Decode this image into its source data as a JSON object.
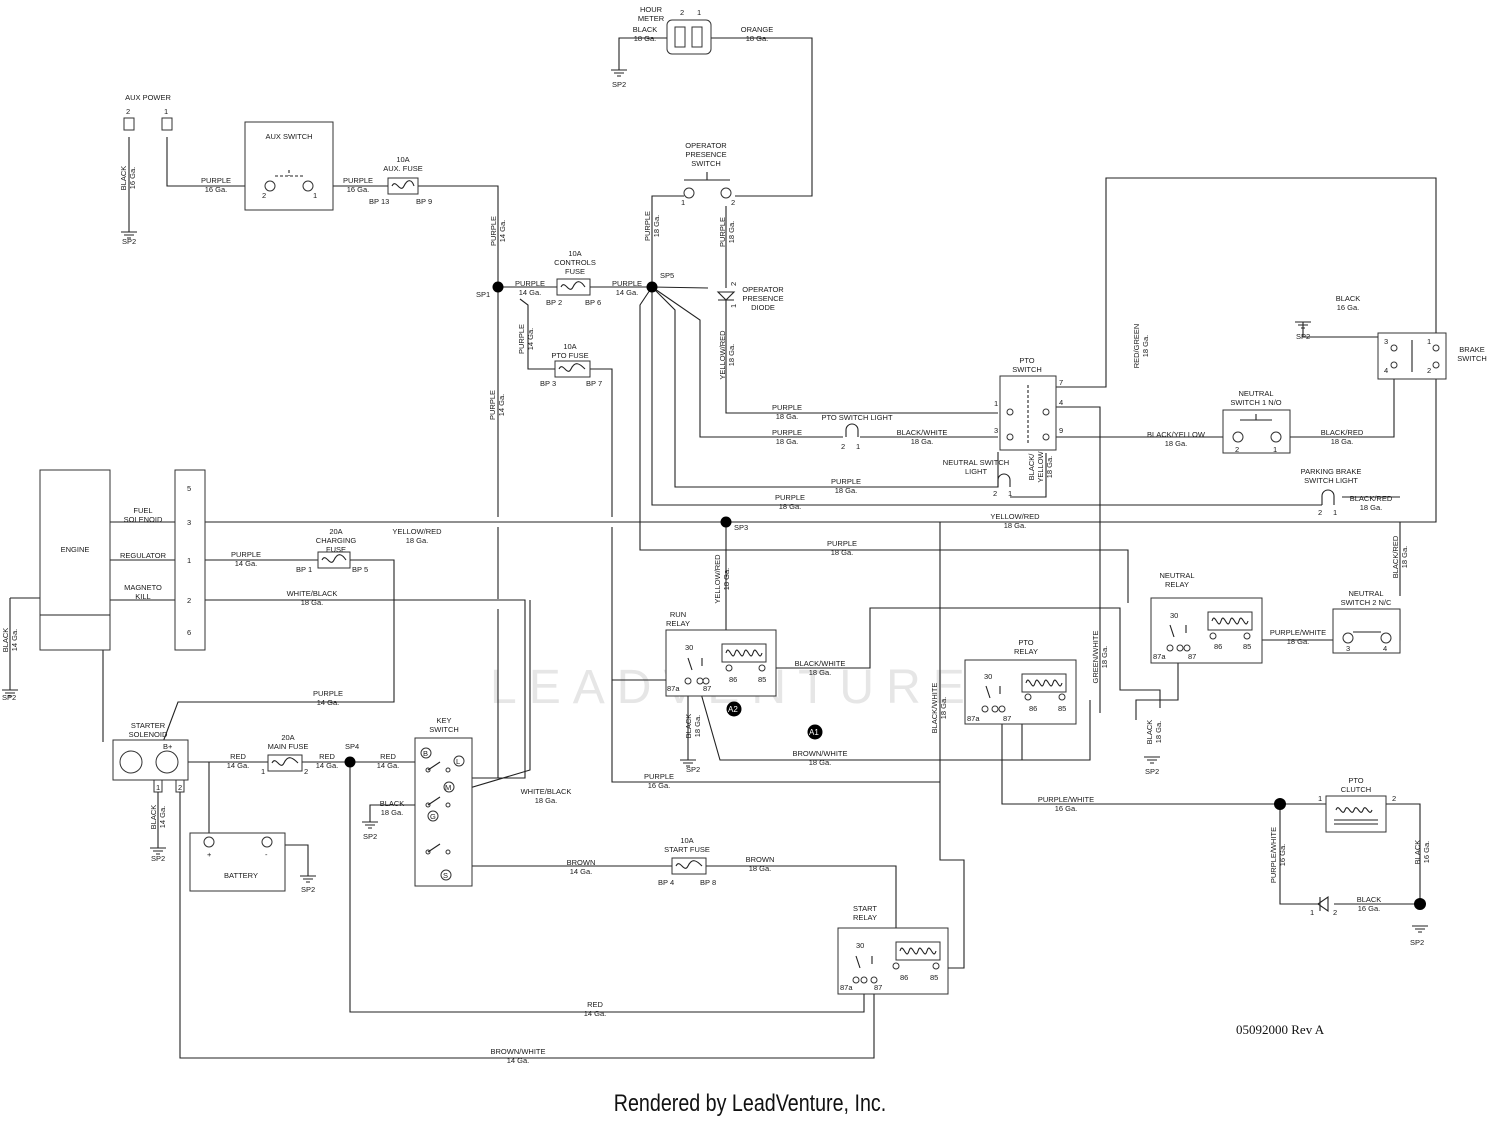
{
  "components": {
    "hour_meter": {
      "title": "HOUR\nMETER",
      "pins": [
        "2",
        "1"
      ]
    },
    "aux_power": {
      "title": "AUX POWER",
      "pins": [
        "2",
        "1"
      ]
    },
    "aux_switch": {
      "title": "AUX SWITCH",
      "pins": [
        "2",
        "1"
      ]
    },
    "aux_fuse": {
      "title": "10A\nAUX. FUSE",
      "pins": [
        "BP 13",
        "BP 9"
      ]
    },
    "controls_fuse": {
      "title": "10A\nCONTROLS\nFUSE",
      "pins": [
        "BP 2",
        "BP 6"
      ]
    },
    "pto_fuse": {
      "title": "10A\nPTO FUSE",
      "pins": [
        "BP 3",
        "BP 7"
      ]
    },
    "charging_fuse": {
      "title": "20A\nCHARGING\nFUSE",
      "pins": [
        "BP 1",
        "BP 5"
      ]
    },
    "main_fuse": {
      "title": "20A\nMAIN FUSE",
      "pins": [
        "1",
        "2"
      ]
    },
    "start_fuse": {
      "title": "10A\nSTART FUSE",
      "pins": [
        "BP 4",
        "BP 8"
      ]
    },
    "operator_presence_switch": {
      "title": "OPERATOR\nPRESENCE\nSWITCH",
      "pins": [
        "1",
        "2"
      ]
    },
    "operator_presence_diode": {
      "title": "OPERATOR\nPRESENCE\nDIODE",
      "pins": [
        "2",
        "1"
      ]
    },
    "pto_switch": {
      "title": "PTO\nSWITCH",
      "pins": [
        "1",
        "3",
        "7",
        "4",
        "9"
      ]
    },
    "pto_switch_light": {
      "title": "PTO SWITCH LIGHT",
      "pins": [
        "2",
        "1"
      ]
    },
    "neutral_switch_light": {
      "title": "NEUTRAL SWITCH\nLIGHT",
      "pins": [
        "2",
        "1"
      ]
    },
    "parking_brake_switch_light": {
      "title": "PARKING BRAKE\nSWITCH LIGHT",
      "pins": [
        "2",
        "1"
      ]
    },
    "brake_switch": {
      "title": "BRAKE\nSWITCH",
      "pins": [
        "3",
        "1",
        "4",
        "2"
      ]
    },
    "neutral_switch_1": {
      "title": "NEUTRAL\nSWITCH 1 N/O",
      "pins": [
        "2",
        "1"
      ]
    },
    "neutral_switch_2": {
      "title": "NEUTRAL\nSWITCH 2 N/C",
      "pins": [
        "3",
        "4"
      ]
    },
    "neutral_relay": {
      "title": "NEUTRAL\nRELAY",
      "pins": [
        "30",
        "87a",
        "87",
        "86",
        "85"
      ]
    },
    "run_relay": {
      "title": "RUN\nRELAY",
      "pins": [
        "30",
        "87a",
        "87",
        "86",
        "85"
      ]
    },
    "pto_relay": {
      "title": "PTO\nRELAY",
      "pins": [
        "30",
        "87a",
        "87",
        "86",
        "85"
      ]
    },
    "start_relay": {
      "title": "START\nRELAY",
      "pins": [
        "30",
        "87a",
        "87",
        "86",
        "85"
      ]
    },
    "engine": {
      "title": "ENGINE"
    },
    "engine_connector": {
      "pins": [
        "5",
        "3",
        "1",
        "2",
        "6"
      ]
    },
    "engine_leads": [
      "FUEL\nSOLENOID",
      "REGULATOR",
      "MAGNETO\nKILL"
    ],
    "starter_solenoid": {
      "title": "STARTER\nSOLENOID",
      "post": "B+",
      "pins": [
        "1",
        "2"
      ]
    },
    "battery": {
      "title": "BATTERY",
      "pos": "+",
      "neg": "-"
    },
    "key_switch": {
      "title": "KEY\nSWITCH",
      "terminals": [
        "B",
        "L",
        "M",
        "G",
        "S"
      ]
    },
    "pto_clutch": {
      "title": "PTO\nCLUTCH",
      "pins": [
        "1",
        "2"
      ]
    },
    "clutch_diode": {
      "pins": [
        "1",
        "2"
      ]
    }
  },
  "splices": [
    "SP1",
    "SP5",
    "SP3",
    "SP4"
  ],
  "grounds": "SP2",
  "markers": [
    "A2",
    "A1"
  ],
  "wires": {
    "w01": "BLACK\n18 Ga.",
    "w02": "ORANGE\n18 Ga.",
    "w03": "BLACK\n16 Ga.",
    "w04": "PURPLE\n16 Ga.",
    "w05": "PURPLE\n16 Ga.",
    "w06": "PURPLE\n14 Ga.",
    "w07": "PURPLE\n14 Ga.",
    "w08": "PURPLE\n14 Ga.",
    "w09": "PURPLE\n14 Ga.",
    "w10": "PURPLE\n14 Ga.",
    "w11": "PURPLE\n18 Ga.",
    "w12": "PURPLE\n18 Ga.",
    "w13": "YELLOW/RED\n18 Ga.",
    "w14": "RED/GREEN\n18 Ga.",
    "w15": "BLACK\n16 Ga.",
    "w16": "PURPLE\n18 Ga.",
    "w17": "PURPLE\n18 Ga.",
    "w18": "BLACK/WHITE\n18 Ga.",
    "w19": "BLACK/YELLOW\n18 Ga.",
    "w20": "BLACK/RED\n18 Ga.",
    "w21": "BLACK/\nYELLOW\n18 Ga.",
    "w22": "PURPLE\n18 Ga.",
    "w23": "PURPLE\n18 Ga.",
    "w24": "BLACK/RED\n18 Ga.",
    "w25": "YELLOW/RED\n18 Ga.",
    "w26": "YELLOW/RED\n18 Ga.",
    "w27": "PURPLE\n18 Ga.",
    "w28": "BLACK/RED\n18 Ga.",
    "w29": "PURPLE\n14 Ga.",
    "w30": "WHITE/BLACK\n18 Ga.",
    "w31": "YELLOW/RED\n18 Ga.",
    "w32": "BLACK\n14 Ga.",
    "w33": "PURPLE/WHITE\n18 Ga.",
    "w34": "GREEN/WHITE\n18 Ga.",
    "w35": "BLACK/WHITE\n18 Ga.",
    "w36": "BLACK/WHITE\n18 Ga.",
    "w37": "BLACK\n18 Ga.",
    "w38": "BROWN/WHITE\n18 Ga.",
    "w39": "BLACK\n18 Ga.",
    "w40": "PURPLE\n14 Ga.",
    "w41": "RED\n14 Ga.",
    "w42": "RED\n14 Ga.",
    "w43": "RED\n14 Ga.",
    "w44": "WHITE/BLACK\n18 Ga.",
    "w45": "BLACK\n18 Ga.",
    "w46": "PURPLE\n16 Ga.",
    "w47": "PURPLE/WHITE\n16 Ga.",
    "w48": "BLACK\n14 Ga.",
    "w49": "BROWN\n14 Ga.",
    "w50": "BROWN\n18 Ga.",
    "w51": "PURPLE/WHITE\n16 Ga.",
    "w52": "BLACK\n16 Ga.",
    "w53": "BLACK\n16 Ga.",
    "w54": "RED\n14 Ga.",
    "w55": "BROWN/WHITE\n14 Ga."
  },
  "watermark": "LEADVENTURE",
  "revision": "05092000 Rev A",
  "footer": "Rendered by LeadVenture, Inc."
}
